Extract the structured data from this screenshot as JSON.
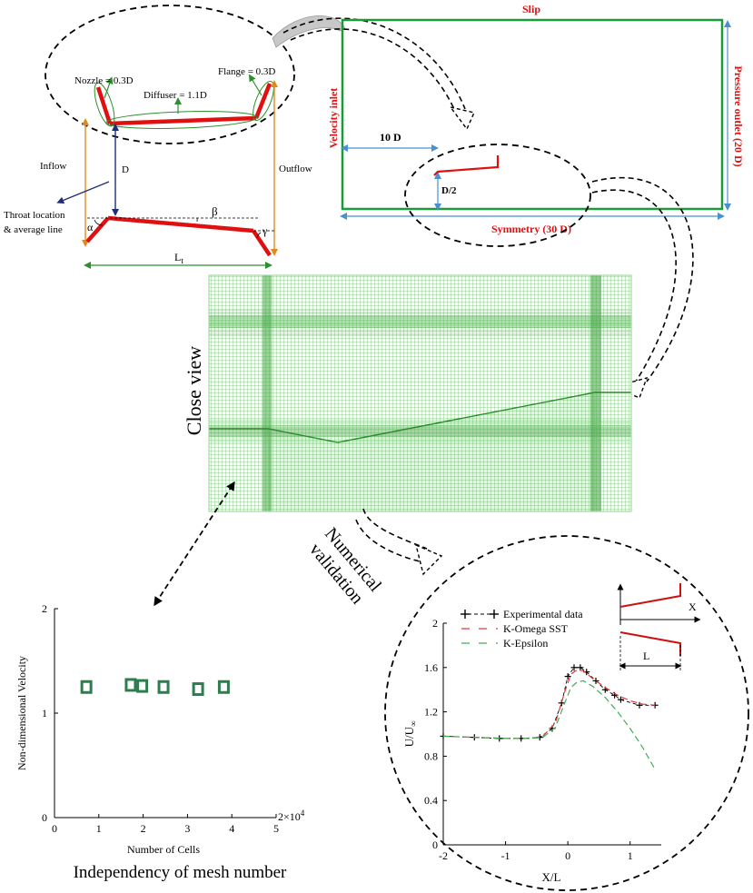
{
  "geometry_sketch": {
    "nozzle": "Nozzle = 0.3D",
    "diffuser": "Diffuser = 1.1D",
    "flange": "Flange = 0.3D",
    "inflow": "Inflow",
    "outflow": "Outflow",
    "diameter": "D",
    "throat_line1": "Throat location",
    "throat_line2": "& average line",
    "alpha": "α",
    "beta": "β",
    "gamma": "γ",
    "length_main": "L",
    "length_sub": "t"
  },
  "domain": {
    "slip": "Slip",
    "velocity_inlet": "Velocity inlet",
    "pressure_outlet": "Pressure outlet (20 D)",
    "symmetry": "Symmetry (30 D)",
    "upstream": "10 D",
    "offset": "D/2",
    "colors": {
      "boundary": "#1a9b3a",
      "label": "#e01010",
      "dimension": "#4a90d0"
    }
  },
  "mesh": {
    "label": "Close view",
    "color": "#3aa83a"
  },
  "arrows": {
    "numerical_validation_line1": "Numerical",
    "numerical_validation_line2": "validation"
  },
  "independency_chart": {
    "caption": "Independency of mesh number",
    "chart_data": {
      "type": "scatter",
      "xlabel": "Number of Cells",
      "ylabel": "Non-dimensional Velocity",
      "x_multiplier": "2×10",
      "x_multiplier_exp": "4",
      "xlim": [
        0,
        5
      ],
      "ylim": [
        0,
        2
      ],
      "xticks": [
        "0",
        "1",
        "2",
        "3",
        "4",
        "5"
      ],
      "yticks": [
        "0",
        "1",
        "2"
      ],
      "marker_color": "#2e7d4f",
      "x": [
        0.72,
        1.72,
        1.98,
        2.46,
        3.24,
        3.82
      ],
      "y": [
        1.25,
        1.27,
        1.26,
        1.25,
        1.23,
        1.25
      ]
    }
  },
  "validation_chart": {
    "chart_data": {
      "type": "line",
      "xlabel": "X/L",
      "ylabel_main": "U/U",
      "ylabel_sub": "∞",
      "xlim": [
        -2,
        1.5
      ],
      "ylim": [
        0,
        2
      ],
      "xticks": [
        "-2",
        "-1",
        "0",
        "1"
      ],
      "yticks": [
        "0",
        "0.4",
        "0.8",
        "1.2",
        "1.6",
        "2"
      ],
      "legend_position": "top-left",
      "inset_x": "X",
      "inset_l": "L",
      "series": [
        {
          "name": "Experimental data",
          "color": "#000000",
          "x": [
            -2.0,
            -1.5,
            -1.1,
            -0.75,
            -0.45,
            -0.25,
            -0.1,
            0.0,
            0.1,
            0.2,
            0.3,
            0.45,
            0.6,
            0.75,
            0.85,
            1.15,
            1.4
          ],
          "y": [
            0.98,
            0.97,
            0.96,
            0.96,
            0.97,
            1.05,
            1.28,
            1.52,
            1.6,
            1.6,
            1.56,
            1.48,
            1.4,
            1.35,
            1.31,
            1.26,
            1.26
          ]
        },
        {
          "name": "K-Omega SST",
          "color": "#e03b3b",
          "x": [
            -2.0,
            -1.5,
            -1.0,
            -0.6,
            -0.4,
            -0.2,
            -0.05,
            0.05,
            0.15,
            0.25,
            0.4,
            0.6,
            0.8,
            1.0,
            1.2,
            1.4
          ],
          "y": [
            0.98,
            0.97,
            0.96,
            0.96,
            0.98,
            1.1,
            1.38,
            1.54,
            1.58,
            1.57,
            1.5,
            1.42,
            1.35,
            1.3,
            1.27,
            1.26
          ]
        },
        {
          "name": "K-Epsilon",
          "color": "#3fae54",
          "x": [
            -2.0,
            -1.5,
            -1.0,
            -0.6,
            -0.4,
            -0.2,
            -0.05,
            0.05,
            0.15,
            0.25,
            0.4,
            0.6,
            0.8,
            1.0,
            1.2,
            1.4
          ],
          "y": [
            0.98,
            0.97,
            0.96,
            0.96,
            0.97,
            1.06,
            1.28,
            1.42,
            1.47,
            1.48,
            1.43,
            1.33,
            1.2,
            1.05,
            0.88,
            0.68
          ]
        }
      ]
    }
  }
}
